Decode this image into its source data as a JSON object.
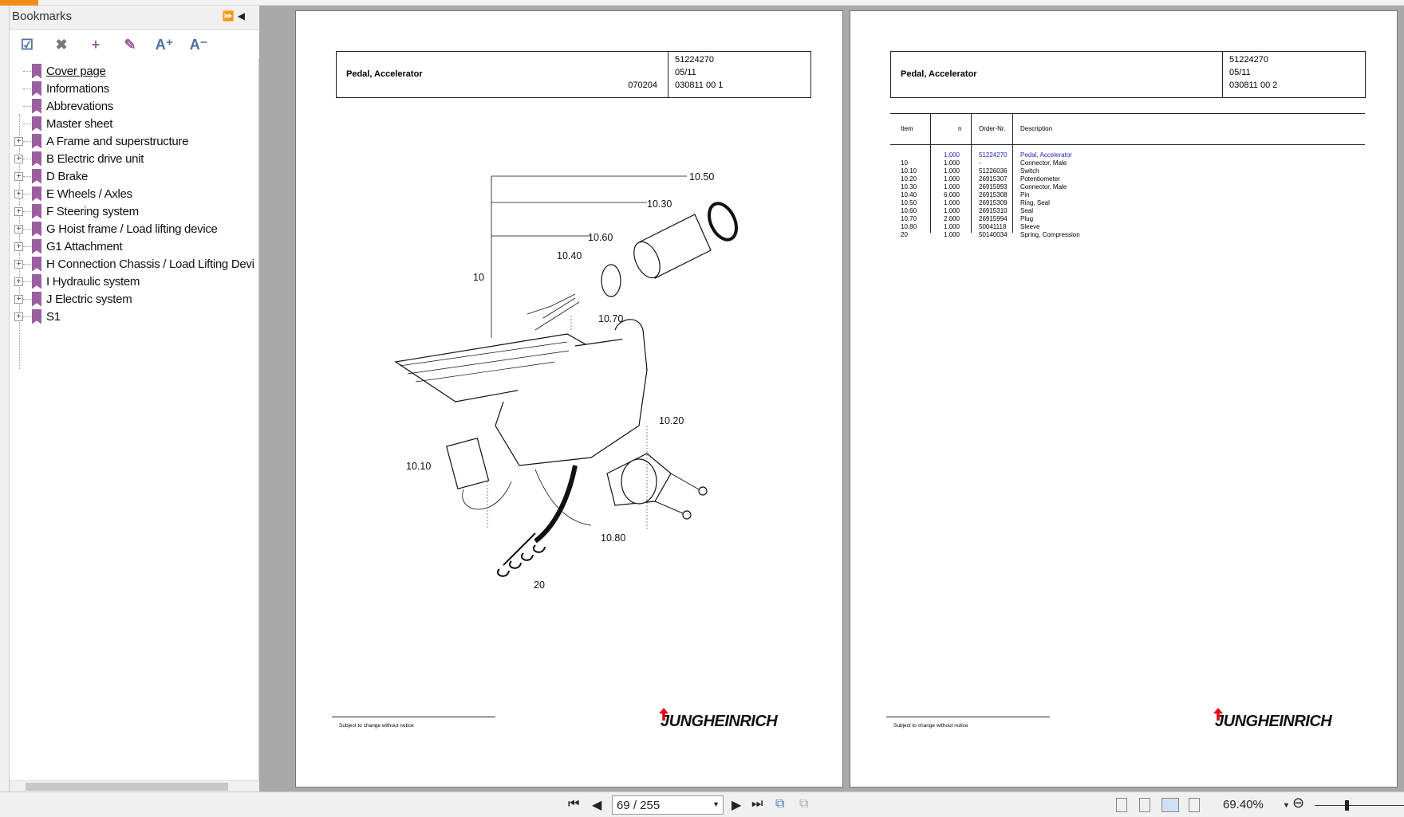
{
  "sidebar": {
    "title": "Bookmarks",
    "controls": "⏩◀",
    "items": [
      {
        "label": "Cover page",
        "expandable": false
      },
      {
        "label": "Informations",
        "expandable": false
      },
      {
        "label": "Abbrevations",
        "expandable": false
      },
      {
        "label": "Master sheet",
        "expandable": false
      },
      {
        "label": "A Frame and superstructure",
        "expandable": true
      },
      {
        "label": "B Electric drive unit",
        "expandable": true
      },
      {
        "label": "D Brake",
        "expandable": true
      },
      {
        "label": "E Wheels / Axles",
        "expandable": true
      },
      {
        "label": "F Steering system",
        "expandable": true
      },
      {
        "label": "G Hoist frame / Load lifting device",
        "expandable": true
      },
      {
        "label": "G1 Attachment",
        "expandable": true
      },
      {
        "label": "H Connection Chassis / Load Lifting Devi",
        "expandable": true
      },
      {
        "label": "I Hydraulic system",
        "expandable": true
      },
      {
        "label": "J Electric system",
        "expandable": true
      },
      {
        "label": "S1",
        "expandable": true
      }
    ],
    "tools": {
      "expand": "☑",
      "delete": "✖",
      "add": "+",
      "edit": "✎",
      "font_up": "A⁺",
      "font_down": "A⁻"
    }
  },
  "page1": {
    "title": "Pedal, Accelerator",
    "code": "070204",
    "part_no": "51224270",
    "date": "05/11",
    "sheet": "030811 00 1",
    "callouts": [
      "10.50",
      "10.30",
      "10.60",
      "10.40",
      "10",
      "10.70",
      "10.20",
      "10.10",
      "10.80",
      "20"
    ],
    "footer": "Subject to change without notice",
    "logo": "JUNGHEINRICH"
  },
  "page2": {
    "title": "Pedal, Accelerator",
    "part_no": "51224270",
    "date": "05/11",
    "sheet": "030811 00 2",
    "footer": "Subject to change without notice",
    "logo": "JUNGHEINRICH",
    "table": {
      "headers": [
        "Item",
        "n",
        "Order-Nr.",
        "Description"
      ],
      "rows": [
        [
          "",
          "1.000",
          "51224270",
          "Pedal, Accelerator"
        ],
        [
          "10",
          "1.000",
          "-",
          "Connector, Male"
        ],
        [
          "10.10",
          "1.000",
          "51226036",
          "Switch"
        ],
        [
          "10.20",
          "1.000",
          "26915307",
          "Potentiometer"
        ],
        [
          "10.30",
          "1.000",
          "26915993",
          "Connector, Male"
        ],
        [
          "10.40",
          "6.000",
          "26915308",
          "Pin"
        ],
        [
          "10.50",
          "1.000",
          "26915309",
          "Ring, Seal"
        ],
        [
          "10.60",
          "1.000",
          "26915310",
          "Seal"
        ],
        [
          "10.70",
          "2.000",
          "26915994",
          "Plug"
        ],
        [
          "10.80",
          "1.000",
          "50041118",
          "Sleeve"
        ],
        [
          "20",
          "1.000",
          "50140034",
          "Spring, Compression"
        ]
      ]
    }
  },
  "bottombar": {
    "page_value": "69 / 255",
    "zoom": "69.40%"
  },
  "colors": {
    "accent": "#f28c1c",
    "bookmark": "#9b5fa0",
    "link": "#2323c8",
    "logo_red": "#e30613"
  }
}
